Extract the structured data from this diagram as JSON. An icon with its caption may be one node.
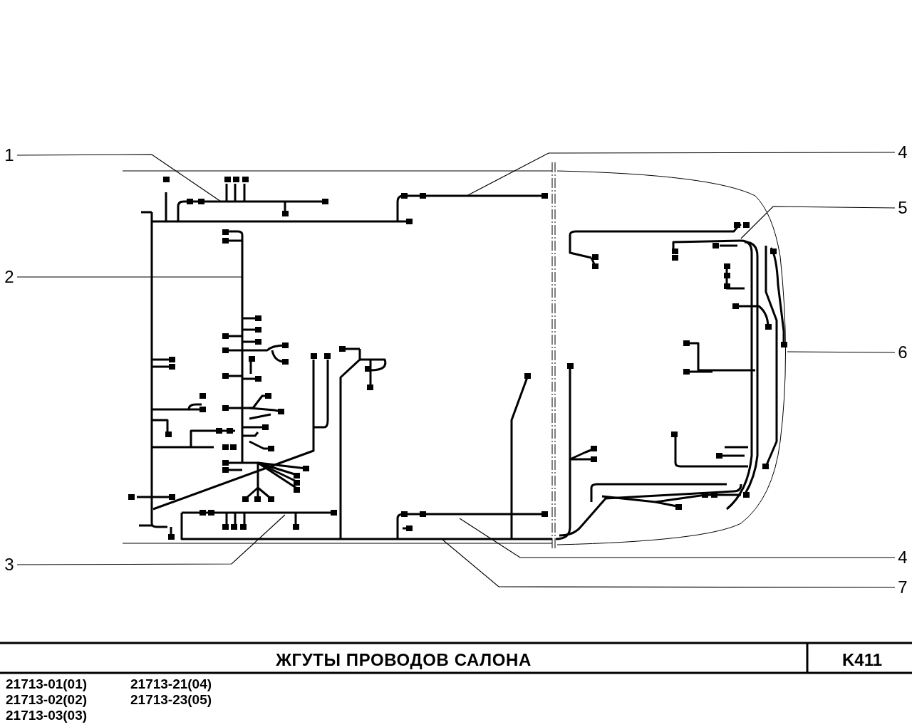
{
  "diagram": {
    "title": "ЖГУТЫ ПРОВОДОВ САЛОНА",
    "nodes": [
      {
        "text": [
          "1"
        ]
      },
      {
        "text": [
          "2"
        ]
      },
      {
        "text": [
          "3"
        ]
      },
      {
        "text": [
          "4"
        ]
      },
      {
        "text": [
          "5"
        ]
      },
      {
        "text": [
          "6"
        ]
      },
      {
        "text": [
          "4"
        ]
      },
      {
        "text": [
          "7"
        ]
      }
    ],
    "edges": [
      {
        "from": 0,
        "to": null,
        "arrow": "none"
      },
      {
        "from": 1,
        "to": null,
        "arrow": "none"
      },
      {
        "from": 2,
        "to": null,
        "arrow": "none"
      },
      {
        "from": 3,
        "to": null,
        "arrow": "none"
      },
      {
        "from": 4,
        "to": null,
        "arrow": "none"
      },
      {
        "from": 5,
        "to": null,
        "arrow": "none"
      },
      {
        "from": 6,
        "to": null,
        "arrow": "none"
      },
      {
        "from": 7,
        "to": null,
        "arrow": "none"
      }
    ],
    "labels": [
      "K411",
      "21713-01(01)",
      "21713-21(04)",
      "21713-02(02)",
      "21713-23(05)",
      "21713-03(03)"
    ]
  }
}
